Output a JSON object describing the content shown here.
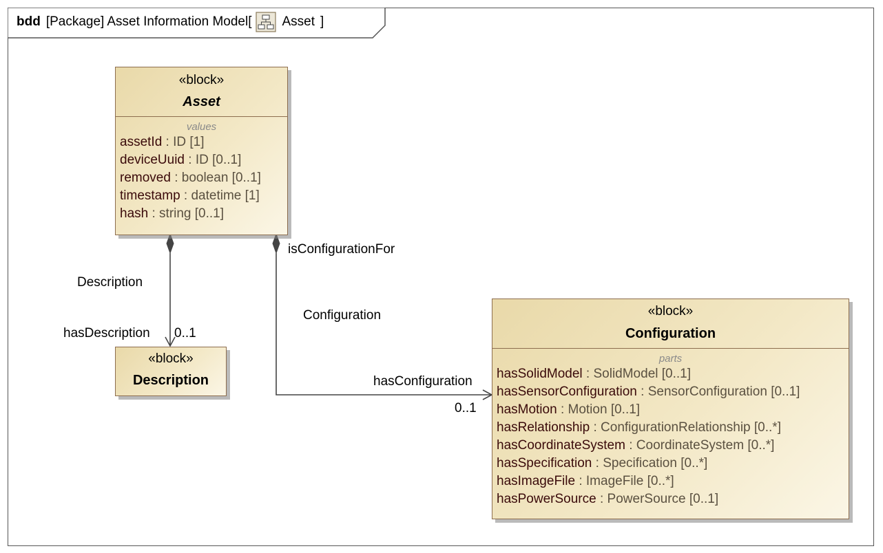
{
  "frame": {
    "keyword": "bdd",
    "kind": "[Package]",
    "name": "Asset Information Model[",
    "icon": "package-diagram-icon",
    "target": "Asset",
    "close": "]"
  },
  "blocks": {
    "asset": {
      "stereotype": "«block»",
      "name": "Asset",
      "compartment": "values",
      "attributes": [
        {
          "name": "assetId",
          "type": ": ID [1]"
        },
        {
          "name": "deviceUuid",
          "type": ": ID [0..1]"
        },
        {
          "name": "removed",
          "type": ": boolean [0..1]"
        },
        {
          "name": "timestamp",
          "type": ": datetime [1]"
        },
        {
          "name": "hash",
          "type": ": string [0..1]"
        }
      ]
    },
    "description": {
      "stereotype": "«block»",
      "name": "Description"
    },
    "configuration": {
      "stereotype": "«block»",
      "name": "Configuration",
      "compartment": "parts",
      "attributes": [
        {
          "name": "hasSolidModel",
          "type": ": SolidModel [0..1]"
        },
        {
          "name": "hasSensorConfiguration",
          "type": ": SensorConfiguration [0..1]"
        },
        {
          "name": "hasMotion",
          "type": ": Motion [0..1]"
        },
        {
          "name": "hasRelationship",
          "type": ": ConfigurationRelationship [0..*]"
        },
        {
          "name": "hasCoordinateSystem",
          "type": ": CoordinateSystem [0..*]"
        },
        {
          "name": "hasSpecification",
          "type": ": Specification [0..*]"
        },
        {
          "name": "hasImageFile",
          "type": ": ImageFile [0..*]"
        },
        {
          "name": "hasPowerSource",
          "type": ": PowerSource [0..1]"
        }
      ]
    }
  },
  "associations": {
    "description": {
      "name": "Description",
      "role": "hasDescription",
      "multiplicity": "0..1"
    },
    "configuration": {
      "source_role": "isConfigurationFor",
      "name": "Configuration",
      "role": "hasConfiguration",
      "multiplicity": "0..1"
    }
  },
  "colors": {
    "block_fill": "#f3e8c6",
    "block_border": "#8c6d4e",
    "line": "#444444"
  }
}
